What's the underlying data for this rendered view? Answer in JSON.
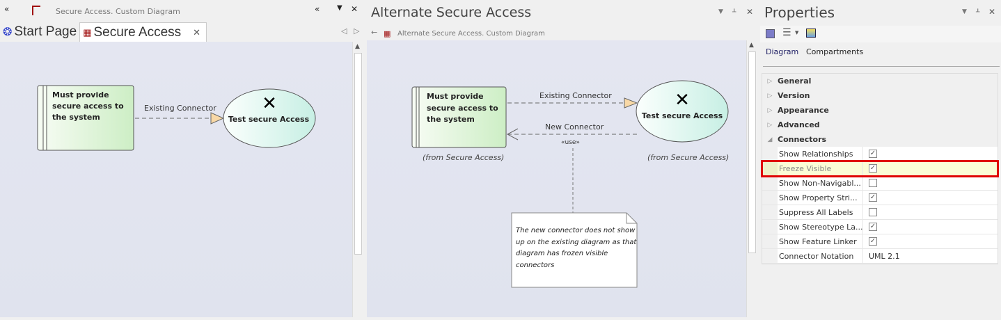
{
  "left_pane": {
    "breadcrumb": "Secure Access.  Custom Diagram",
    "tabs": [
      {
        "label": "Start Page"
      },
      {
        "label": "Secure Access"
      }
    ],
    "diagram": {
      "requirement": [
        "Must provide",
        "secure access to",
        "the system"
      ],
      "connector_label": "Existing Connector",
      "usecase": "Test secure Access"
    }
  },
  "mid_pane": {
    "title": "Alternate Secure Access",
    "breadcrumb": "Alternate Secure Access.  Custom Diagram",
    "diagram": {
      "requirement": [
        "Must provide",
        "secure access to",
        "the system"
      ],
      "existing_connector": "Existing Connector",
      "new_connector": "New Connector",
      "stereotype": "«use»",
      "usecase": "Test secure Access",
      "from_left": "(from Secure Access)",
      "from_right": "(from Secure Access)",
      "note": [
        "The new connector does not show",
        "up on the existing diagram as that",
        "diagram has frozen visible",
        "connectors"
      ]
    }
  },
  "properties": {
    "title": "Properties",
    "tabs": [
      "Diagram",
      "Compartments"
    ],
    "categories": [
      "General",
      "Version",
      "Appearance",
      "Advanced",
      "Connectors"
    ],
    "rows": [
      {
        "name": "Show Relationships",
        "checked": true
      },
      {
        "name": "Freeze Visible",
        "checked": true
      },
      {
        "name": "Show Non-Navigabl...",
        "checked": false
      },
      {
        "name": "Show Property Stri...",
        "checked": true
      },
      {
        "name": "Suppress All Labels",
        "checked": false
      },
      {
        "name": "Show Stereotype La...",
        "checked": true
      },
      {
        "name": "Show Feature Linker",
        "checked": true
      }
    ],
    "notation": {
      "name": "Connector Notation",
      "value": "UML 2.1"
    },
    "check_glyph": "✓"
  }
}
